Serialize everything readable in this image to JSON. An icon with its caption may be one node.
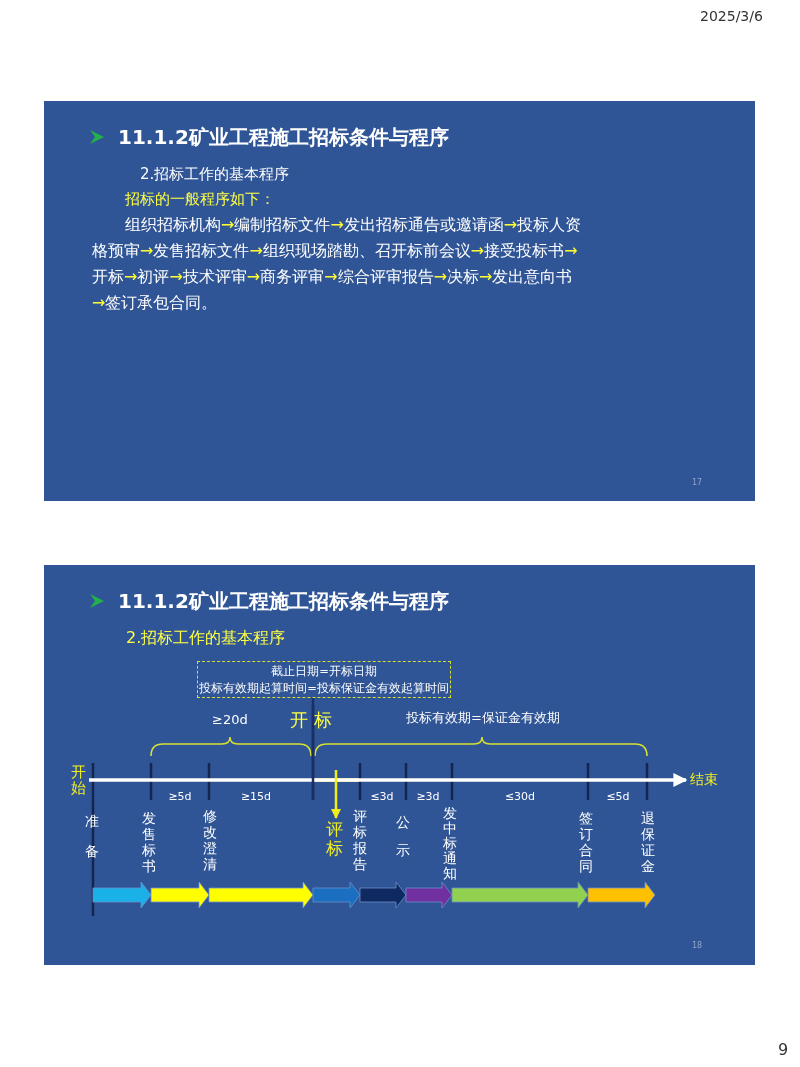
{
  "diagram": {
    "nodes": [
      {
        "text": [
          "截止日期=开标日期",
          "投标有效期起算时间=投标保证金有效起算时间"
        ]
      },
      {
        "text": [
          "开始"
        ]
      },
      {
        "text": [
          "结束"
        ]
      },
      {
        "text": [
          "评标"
        ]
      }
    ],
    "edges": [
      {
        "from": 1,
        "to": 2,
        "arrow": "to"
      },
      {
        "from": null,
        "to": 3,
        "arrow": "to",
        "color": "#f2ee1e"
      },
      {
        "from": 0,
        "to": null,
        "arrow": "none",
        "color": "#1b2f66"
      }
    ],
    "labels": [
      "2025/3/6",
      "11.1.2矿业工程施工招标条件与程序",
      "2.招标工作的基本程序",
      "招标的一般程序如下：",
      "组织招标机构→编制招标文件→发出招标通告或邀请函→投标人资格预审→发售招标文件→组织现场踏勘、召开标前会议→接受投标书→开标→初评→技术评审→商务评审→综合评审报告→决标→发出意向书→签订承包合同。",
      "17",
      "11.1.2矿业工程施工招标条件与程序",
      "2.招标工作的基本程序",
      "≥20d",
      "开 标",
      "投标有效期=保证金有效期",
      "≥5d",
      "≥15d",
      "≤3d",
      "≥3d",
      "≤30d",
      "≤5d",
      "准备",
      "发售标书",
      "修改澄清",
      "评标报告",
      "公示",
      "发中标通知",
      "签订合同",
      "退保证金",
      "18",
      "9"
    ]
  }
}
